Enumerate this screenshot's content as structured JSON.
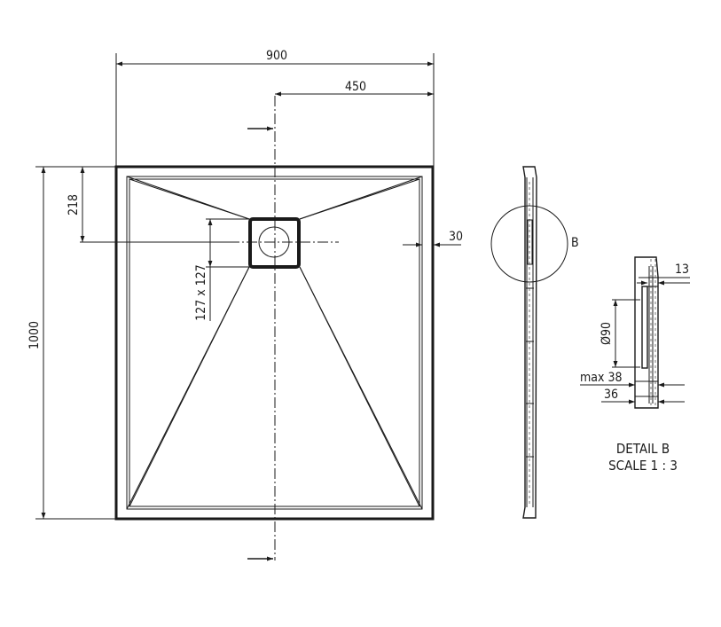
{
  "dimensions": {
    "width_total": "900",
    "width_half": "450",
    "height_total": "1000",
    "drain_offset": "218",
    "drain_size": "127 x 127",
    "rim_width": "30"
  },
  "detail": {
    "callout_letter": "B",
    "dim_13": "13",
    "dim_diameter": "Ø90",
    "dim_max": "max 38",
    "dim_36": "36",
    "title": "DETAIL B",
    "scale": "SCALE 1 : 3"
  },
  "colors": {
    "ink": "#1a1a1a",
    "background": "#ffffff"
  }
}
